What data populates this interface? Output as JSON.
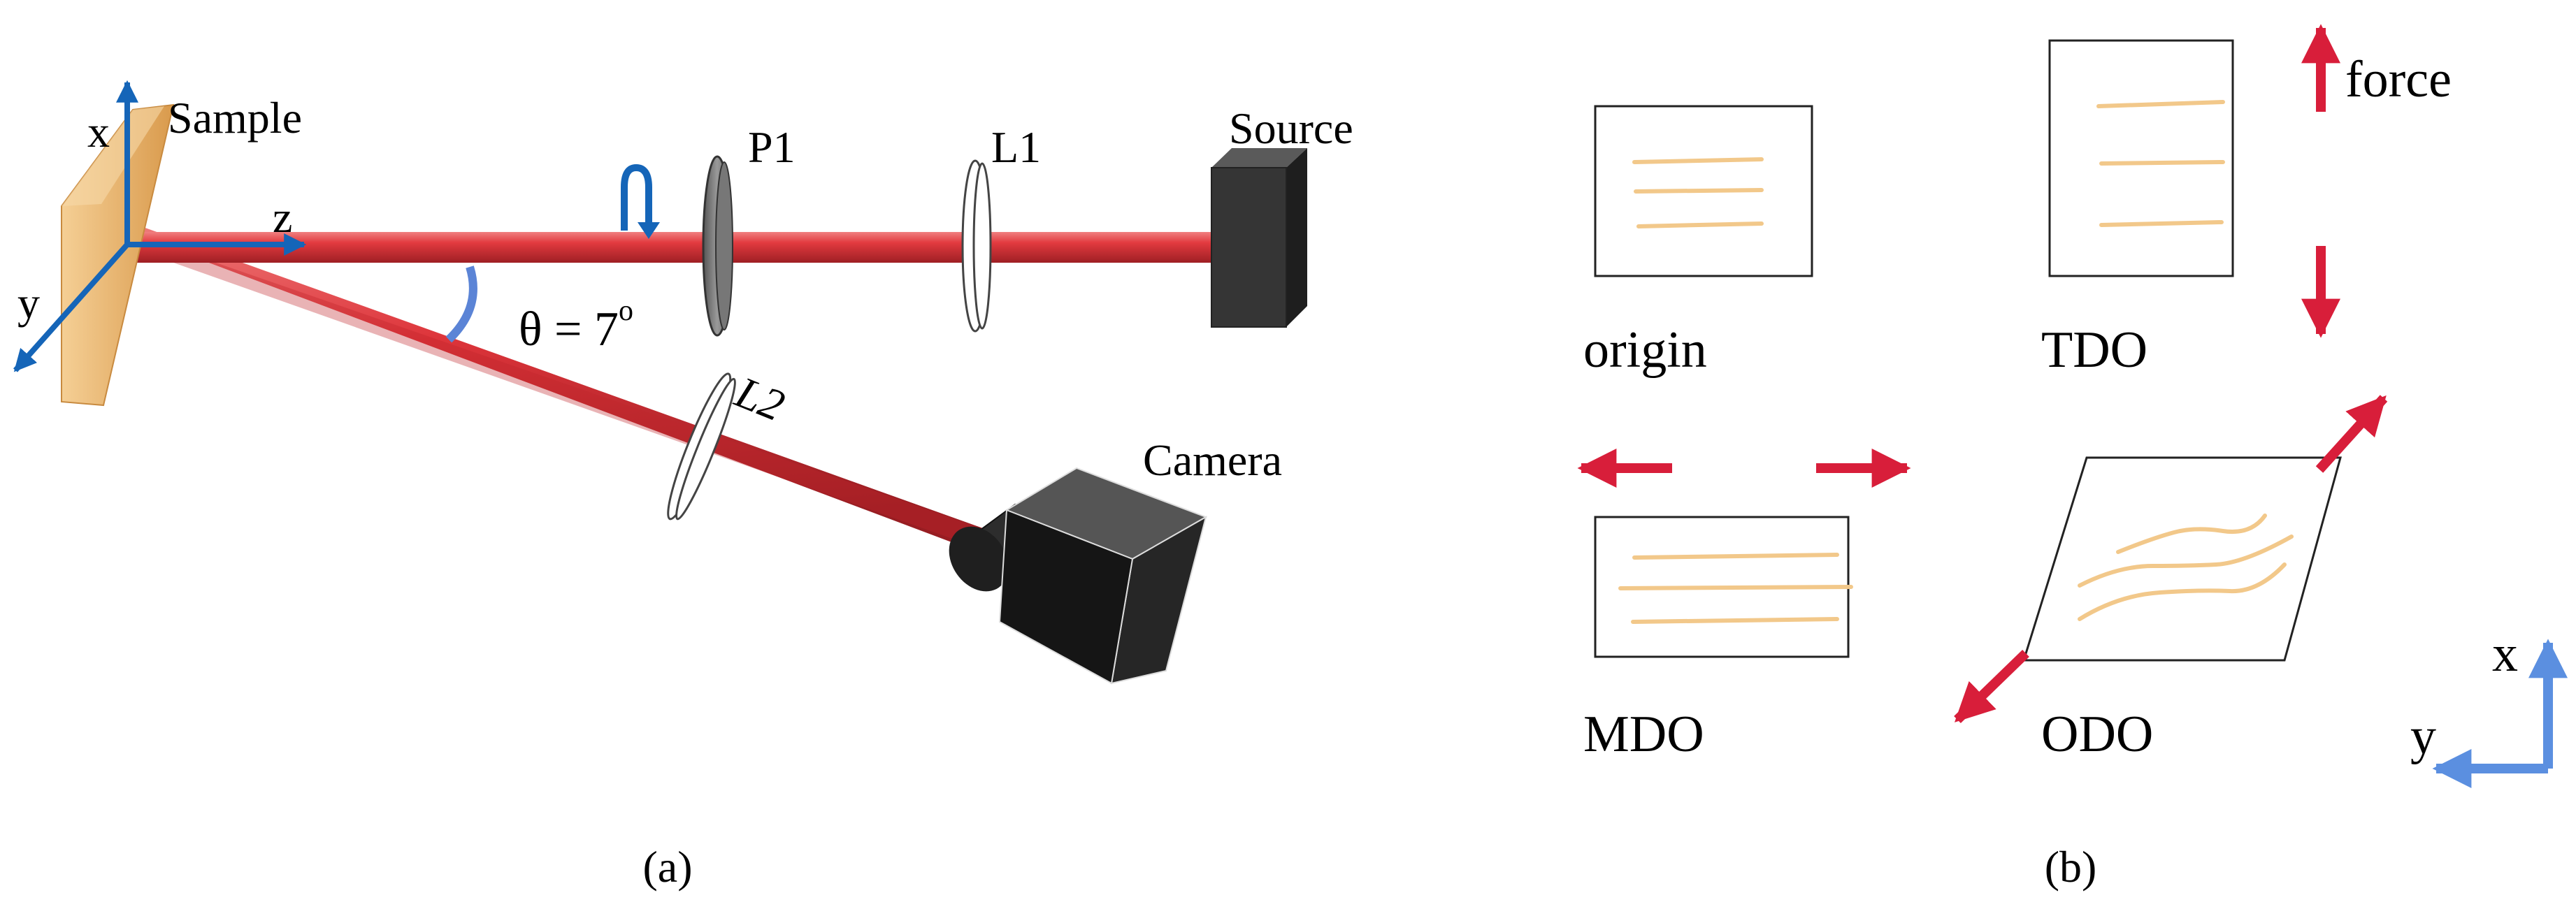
{
  "panel_a": {
    "caption": "(a)",
    "axis_x": "x",
    "axis_y": "y",
    "axis_z": "z",
    "sample_label": "Sample",
    "p1_label": "P1",
    "l1_label": "L1",
    "source_label": "Source",
    "angle_label": "θ = 7",
    "angle_unit": "o",
    "l2_label": "L2",
    "camera_label": "Camera"
  },
  "panel_b": {
    "caption": "(b)",
    "force_label": "force",
    "origin_label": "origin",
    "tdo_label": "TDO",
    "mdo_label": "MDO",
    "odo_label": "ODO",
    "axis_x": "x",
    "axis_y": "y"
  },
  "colors": {
    "beam": "#d9343c",
    "force_arrow": "#d81e3a",
    "axis_blue": "#1565b8",
    "angle_arc": "#5b84d6",
    "fiber": "#f2c88a",
    "sample": "#e8b16a",
    "source_box": "#2b2b2b",
    "b_axes": "#5b8fe0"
  }
}
